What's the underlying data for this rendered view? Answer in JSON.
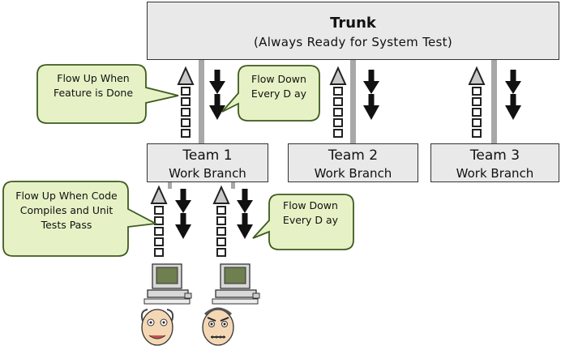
{
  "trunk": {
    "title": "Trunk",
    "subtitle": "(Always Ready for System Test)"
  },
  "teams": [
    {
      "name": "Team 1",
      "branch": "Work Branch"
    },
    {
      "name": "Team 2",
      "branch": "Work Branch"
    },
    {
      "name": "Team 3",
      "branch": "Work Branch"
    }
  ],
  "callouts": {
    "flow_up_feature": "Flow Up When Feature is Done",
    "flow_down_trunk": "Flow Down Every D ay",
    "flow_up_code": "Flow Up When Code Compiles and Unit Tests Pass",
    "flow_down_team": "Flow Down Every D ay"
  },
  "colors": {
    "box_fill": "#e9e9e9",
    "callout_fill": "#e6f2c6",
    "callout_stroke": "#3f5a1e",
    "connector": "#a8a8a8",
    "arrow": "#111111"
  }
}
